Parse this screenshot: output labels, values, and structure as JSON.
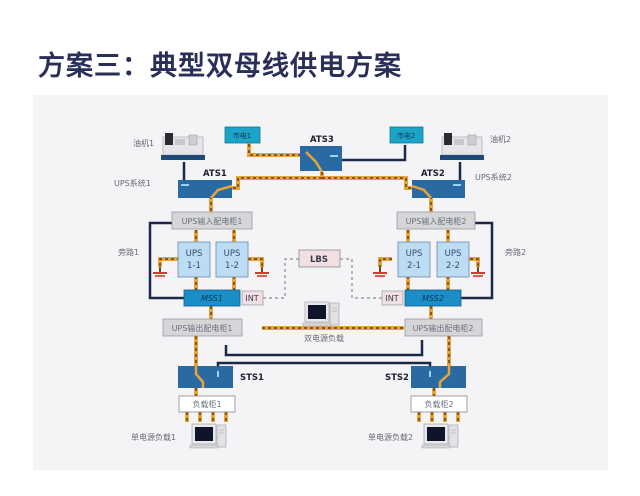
{
  "title": "方案三：典型双母线供电方案",
  "colors": {
    "panel_bg": "#f4f3f6",
    "switch_blue": "#2a6aa3",
    "mss_blue": "#1b8ec8",
    "ups_fill": "#bcdcf4",
    "cabinet_gray": "#d6d6d8",
    "pink_box": "#f1dfe3",
    "mains_box": "#1ba3c8",
    "cable_dark": "#1c2a4a",
    "cable_orange": "#e8a43a",
    "ground_red": "#d33a2a"
  },
  "diagram": {
    "generator1": "油机1",
    "generator2": "油机2",
    "mains1": "市电1",
    "mains2": "市电2",
    "ats1": "ATS1",
    "ats2": "ATS2",
    "ats3": "ATS3",
    "ups_system1": "UPS系统1",
    "ups_system2": "UPS系统2",
    "input_cabinet1": "UPS输入配电柜1",
    "input_cabinet2": "UPS输入配电柜2",
    "bypass1": "旁路1",
    "bypass2": "旁路2",
    "ups_1_1": [
      "UPS",
      "1-1"
    ],
    "ups_1_2": [
      "UPS",
      "1-2"
    ],
    "ups_2_1": [
      "UPS",
      "2-1"
    ],
    "ups_2_2": [
      "UPS",
      "2-2"
    ],
    "lbs": "LBS",
    "mss1": "MSS1",
    "mss2": "MSS2",
    "int1": "INT",
    "int2": "INT",
    "output_cabinet1": "UPS输出配电柜1",
    "output_cabinet2": "UPS输出配电柜2",
    "dual_load": "双电源负载",
    "sts1": "STS1",
    "sts2": "STS2",
    "load_cabinet1": "负载柜1",
    "load_cabinet2": "负载柜2",
    "single_load1": "单电源负载1",
    "single_load2": "单电源负载2"
  }
}
